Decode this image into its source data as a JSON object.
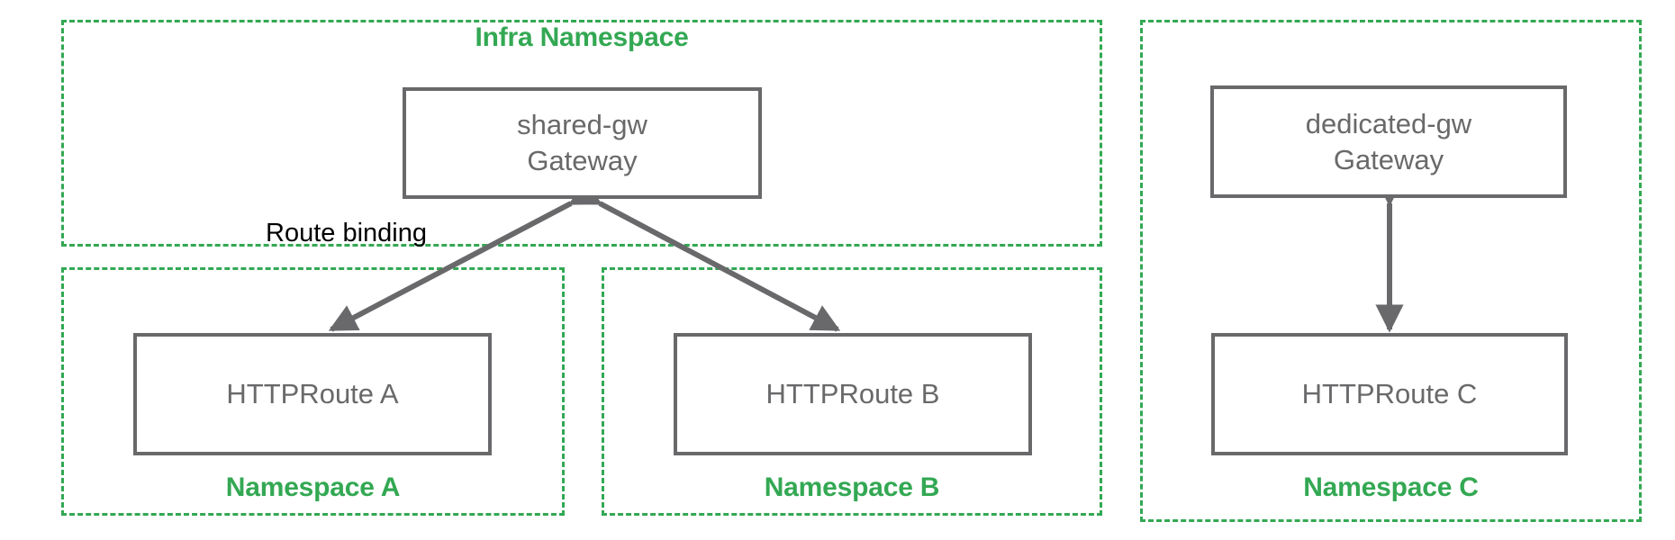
{
  "diagram": {
    "title_hidden": "",
    "colors": {
      "namespace_border": "#33a853",
      "namespace_label": "#33a853",
      "node_border": "#69696b",
      "node_text": "#69696b",
      "arrow": "#69696b",
      "edge_label": "#000000",
      "background": "#ffffff"
    },
    "namespaces": [
      {
        "id": "infra",
        "label": "Infra Namespace",
        "label_position": "top-center"
      },
      {
        "id": "a",
        "label": "Namespace A",
        "label_position": "bottom-center"
      },
      {
        "id": "b",
        "label": "Namespace B",
        "label_position": "bottom-center"
      },
      {
        "id": "c",
        "label": "Namespace C",
        "label_position": "bottom-center"
      }
    ],
    "nodes": [
      {
        "id": "shared-gw",
        "line1": "shared-gw",
        "line2": "Gateway",
        "namespace": "infra"
      },
      {
        "id": "dedicated-gw",
        "line1": "dedicated-gw",
        "line2": "Gateway",
        "namespace": "c"
      },
      {
        "id": "route-a",
        "line1": "HTTPRoute A",
        "line2": "",
        "namespace": "a"
      },
      {
        "id": "route-b",
        "line1": "HTTPRoute B",
        "line2": "",
        "namespace": "b"
      },
      {
        "id": "route-c",
        "line1": "HTTPRoute C",
        "line2": "",
        "namespace": "c"
      }
    ],
    "edges": [
      {
        "id": "edge-a",
        "from": "shared-gw",
        "to": "route-a",
        "label": "Route binding",
        "arrowheads": "both"
      },
      {
        "id": "edge-b",
        "from": "shared-gw",
        "to": "route-b",
        "label": "",
        "arrowheads": "both"
      },
      {
        "id": "edge-c",
        "from": "dedicated-gw",
        "to": "route-c",
        "label": "",
        "arrowheads": "both"
      }
    ]
  }
}
